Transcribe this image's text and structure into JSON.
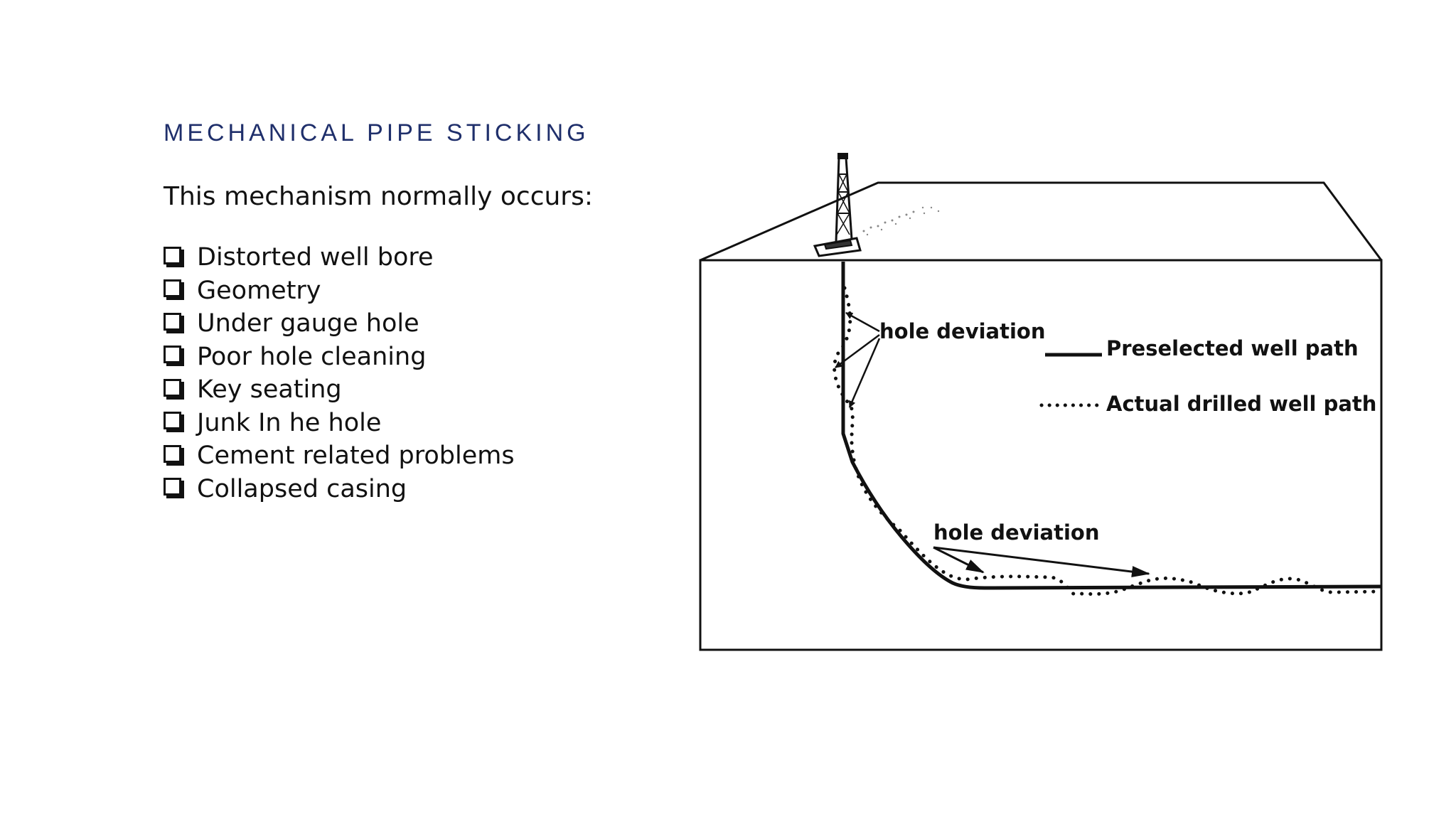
{
  "slide": {
    "title": "MECHANICAL PIPE STICKING",
    "intro": "This mechanism normally occurs:",
    "items": [
      "Distorted well bore",
      "Geometry",
      "Under gauge hole",
      "Poor hole cleaning",
      "Key seating",
      "Junk In he hole",
      "Cement related problems",
      "Collapsed casing"
    ]
  },
  "diagram": {
    "label_deviation_top": "hole deviation",
    "label_deviation_bottom": "hole deviation",
    "legend_solid": "Preselected well path",
    "legend_dotted": "Actual drilled well path"
  },
  "colors": {
    "title": "#1f2f6b",
    "text": "#111111"
  }
}
